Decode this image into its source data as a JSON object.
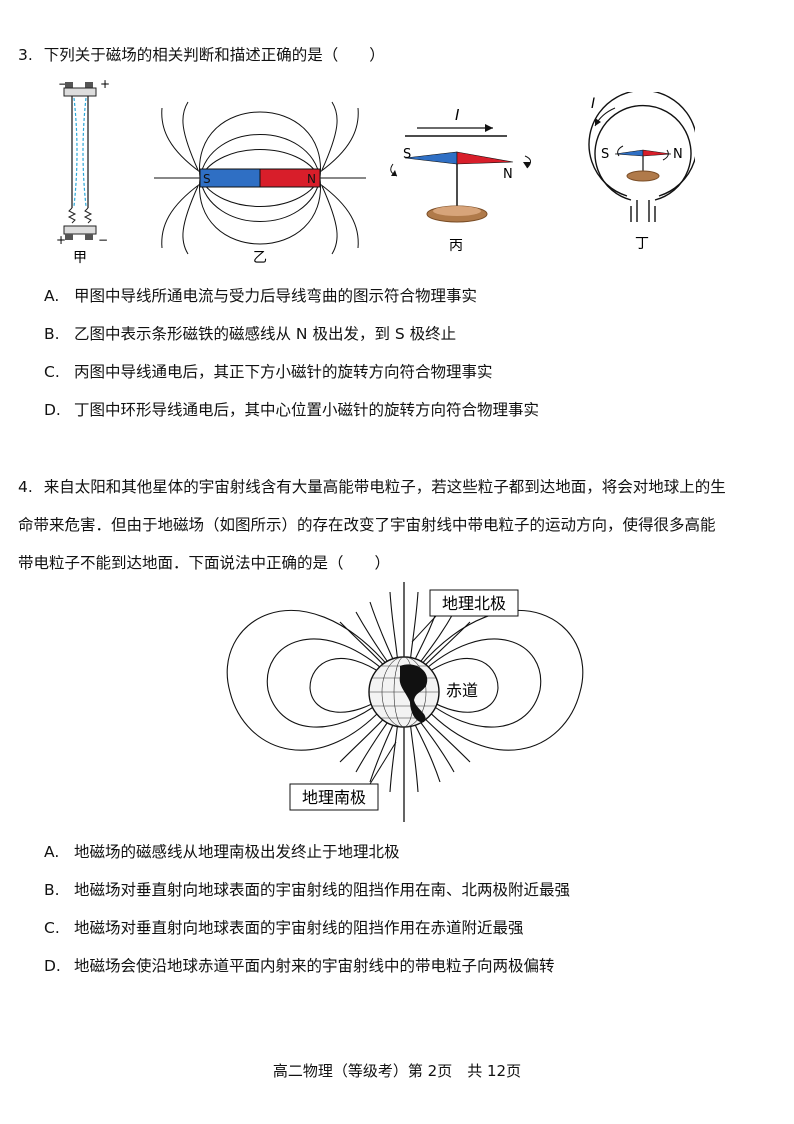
{
  "q3": {
    "number": "3.",
    "stem": "下列关于磁场的相关判断和描述正确的是（　　）",
    "figures": {
      "jia": {
        "caption": "甲",
        "plus": "+",
        "minus": "−"
      },
      "yi": {
        "caption": "乙",
        "s": "S",
        "n": "N"
      },
      "bing": {
        "caption": "丙",
        "current": "I",
        "s": "S",
        "n": "N"
      },
      "ding": {
        "caption": "丁",
        "current": "I",
        "s": "S",
        "n": "N"
      }
    },
    "options": [
      {
        "label": "A.",
        "text": "甲图中导线所通电流与受力后导线弯曲的图示符合物理事实"
      },
      {
        "label": "B.",
        "text": "乙图中表示条形磁铁的磁感线从 N 极出发，到 S 极终止"
      },
      {
        "label": "C.",
        "text": "丙图中导线通电后，其正下方小磁针的旋转方向符合物理事实"
      },
      {
        "label": "D.",
        "text": "丁图中环形导线通电后，其中心位置小磁针的旋转方向符合物理事实"
      }
    ]
  },
  "q4": {
    "number": "4.",
    "stem_lines": [
      "来自太阳和其他星体的宇宙射线含有大量高能带电粒子，若这些粒子都到达地面，将会对地球上的生",
      "命带来危害．但由于地磁场（如图所示）的存在改变了宇宙射线中带电粒子的运动方向，使得很多高能",
      "带电粒子不能到达地面．下面说法中正确的是（　　）"
    ],
    "figure": {
      "north_label": "地理北极",
      "south_label": "地理南极",
      "equator_label": "赤道"
    },
    "options": [
      {
        "label": "A.",
        "text": "地磁场的磁感线从地理南极出发终止于地理北极"
      },
      {
        "label": "B.",
        "text": "地磁场对垂直射向地球表面的宇宙射线的阻挡作用在南、北两极附近最强"
      },
      {
        "label": "C.",
        "text": "地磁场对垂直射向地球表面的宇宙射线的阻挡作用在赤道附近最强"
      },
      {
        "label": "D.",
        "text": "地磁场会使沿地球赤道平面内射来的宇宙射线中的带电粒子向两极偏转"
      }
    ]
  },
  "footer": "高二物理（等级考）第 2页　共 12页",
  "colors": {
    "magnet_s": "#2f6fc4",
    "magnet_n": "#d81e2a",
    "base": "#b07a4a"
  }
}
